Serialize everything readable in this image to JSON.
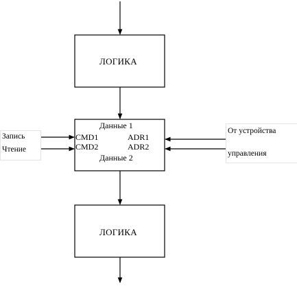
{
  "blocks": {
    "top_logic": {
      "label": "ЛОГИКА"
    },
    "bottom_logic": {
      "label": "ЛОГИКА"
    },
    "center": {
      "top_label": "Данные 1",
      "bottom_label": "Данные 2",
      "cmd1": "CMD1",
      "cmd2": "CMD2",
      "adr1": "ADR1",
      "adr2": "ADR2"
    }
  },
  "inputs_left": {
    "write": "Запись",
    "read": "Чтение"
  },
  "inputs_right": {
    "line1": "От устройства",
    "line2": "управления"
  }
}
